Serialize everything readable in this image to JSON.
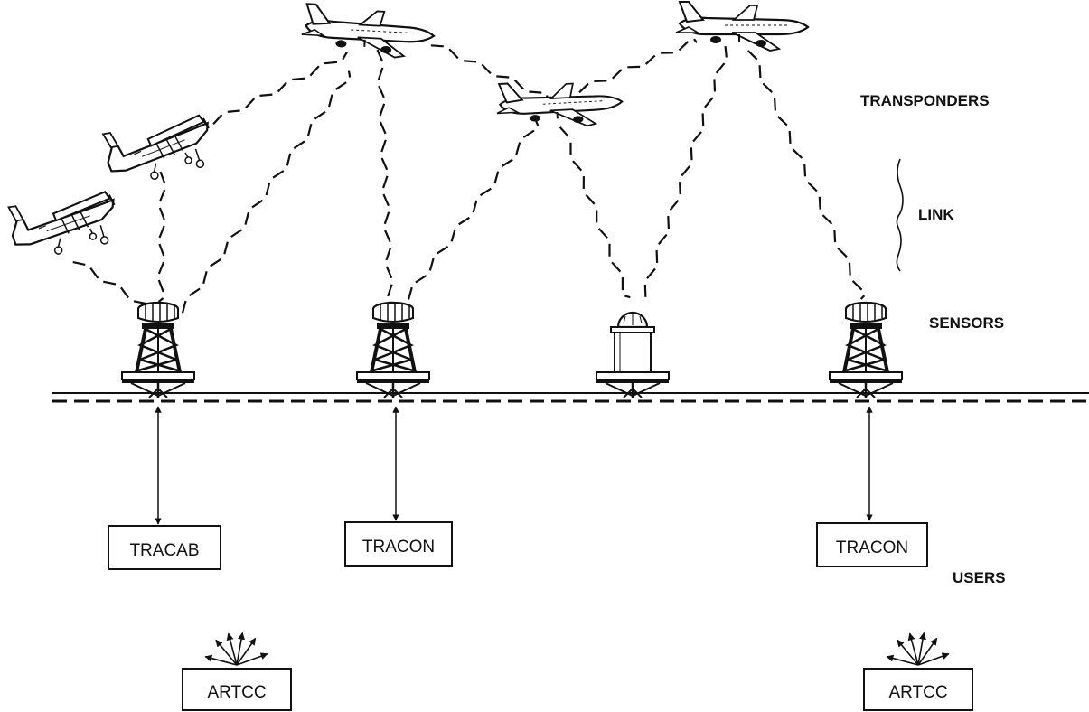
{
  "layers": {
    "transponders": "TRANSPONDERS",
    "link": "LINK",
    "sensors": "SENSORS",
    "users": "USERS"
  },
  "users": {
    "tracab": "TRACAB",
    "tracon_1": "TRACON",
    "tracon_2": "TRACON",
    "artcc_1": "ARTCC",
    "artcc_2": "ARTCC"
  },
  "colors": {
    "ink": "#111111",
    "paper": "#ffffff"
  },
  "icons": {
    "aircraft": [
      "small-plane-icon",
      "small-plane-icon",
      "jet-airliner-icon",
      "jet-airliner-icon",
      "jet-airliner-icon"
    ],
    "sensors": [
      "radar-tower-icon",
      "radar-tower-icon",
      "dome-sensor-icon",
      "radar-tower-icon"
    ]
  }
}
